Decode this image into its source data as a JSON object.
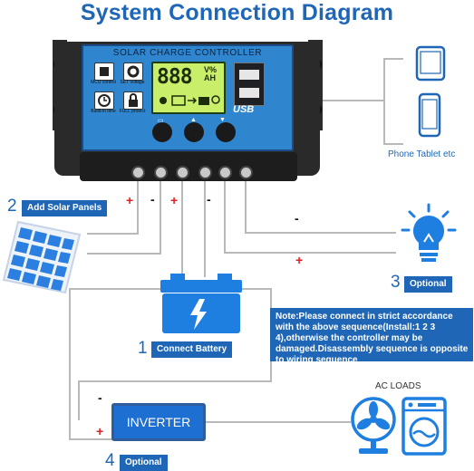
{
  "title": "System Connection Diagram",
  "controller": {
    "label": "SOLAR CHARGE CONTROLLER",
    "lcd_digits": "888",
    "lcd_unit_top": "V%",
    "lcd_unit_bottom": "AH",
    "status_icons": [
      {
        "icon": "mcu-chip-icon",
        "label": "MCU control"
      },
      {
        "icon": "gear-icon",
        "label": "SET voltage"
      },
      {
        "icon": "clock-icon",
        "label": "Build-in time"
      },
      {
        "icon": "lock-icon",
        "label": "FULL protect"
      }
    ],
    "usb_label": "USB",
    "buttons": [
      "menu-button",
      "up-button",
      "down-button"
    ]
  },
  "labels": {
    "solar_num": "2",
    "solar_badge": "Add Solar Panels",
    "phone_caption": "Phone Tablet etc",
    "light_num": "3",
    "light_badge": "Optional",
    "battery_num": "1",
    "battery_badge": "Connect Battery",
    "inverter_num": "4",
    "inverter_badge": "Optional",
    "inverter_label": "INVERTER",
    "ac_loads": "AC LOADS",
    "note": "Note:Please connect in strict accordance with the above sequence(Install:1 2 3 4),otherwise the controller may be damaged.Disassembly sequence is opposite to wiring sequence"
  },
  "signs": {
    "plus": "+",
    "minus": "-"
  },
  "colors": {
    "brand_blue": "#1f67b6",
    "plus_red": "#e32020",
    "wire_gray": "#b9b9b9",
    "lcd_green": "#c9ee6a"
  }
}
